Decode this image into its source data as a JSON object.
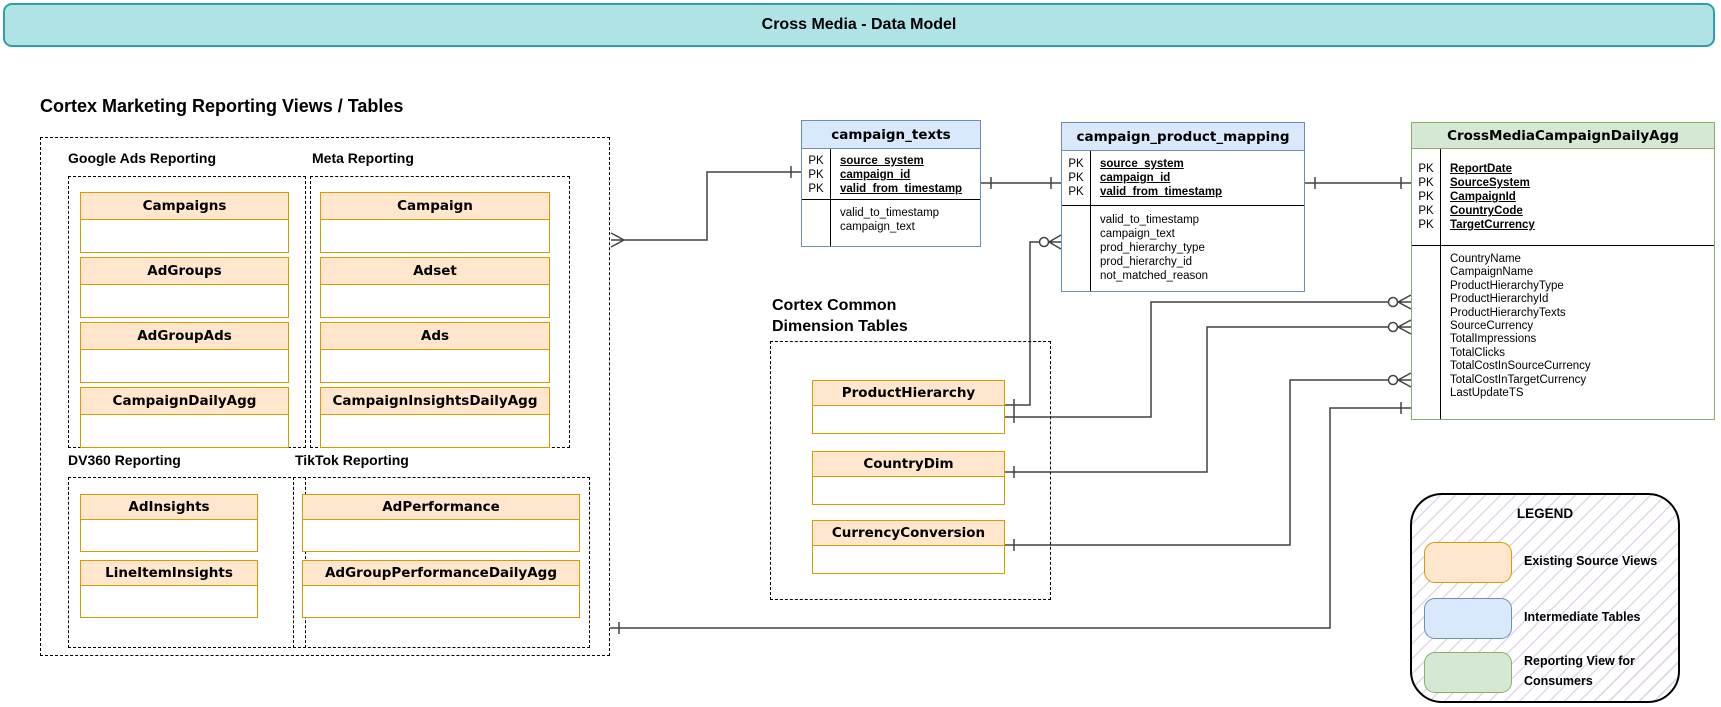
{
  "title": "Cross Media - Data Model",
  "left_section": {
    "heading": "Cortex Marketing Reporting Views / Tables",
    "groups": [
      {
        "label": "Google Ads Reporting",
        "entities": [
          "Campaigns",
          "AdGroups",
          "AdGroupAds",
          "CampaignDailyAgg"
        ]
      },
      {
        "label": "Meta Reporting",
        "entities": [
          "Campaign",
          "Adset",
          "Ads",
          "CampaignInsightsDailyAgg"
        ]
      },
      {
        "label": "DV360 Reporting",
        "entities": [
          "AdInsights",
          "LineItemInsights"
        ]
      },
      {
        "label": "TikTok Reporting",
        "entities": [
          "AdPerformance",
          "AdGroupPerformanceDailyAgg"
        ]
      }
    ]
  },
  "tables": [
    {
      "name": "campaign_texts",
      "pk_label": "PK",
      "pk_fields": [
        "source_system",
        "campaign_id",
        "valid_from_timestamp"
      ],
      "fields": [
        "valid_to_timestamp",
        "campaign_text"
      ]
    },
    {
      "name": "campaign_product_mapping",
      "pk_label": "PK",
      "pk_fields": [
        "source_system",
        "campaign_id",
        "valid_from_timestamp"
      ],
      "fields": [
        "valid_to_timestamp",
        "campaign_text",
        "prod_hierarchy_type",
        "prod_hierarchy_id",
        "not_matched_reason"
      ]
    },
    {
      "name": "CrossMediaCampaignDailyAgg",
      "pk_label": "PK",
      "pk_fields": [
        "ReportDate",
        "SourceSystem",
        "CampaignId",
        "CountryCode",
        "TargetCurrency"
      ],
      "fields": [
        "CountryName",
        "CampaignName",
        "ProductHierarchyType",
        "ProductHierarchyId",
        "ProductHierarchyTexts",
        "SourceCurrency",
        "TotalImpressions",
        "TotalClicks",
        "TotalCostInSourceCurrency",
        "TotalCostInTargetCurrency",
        "LastUpdateTS"
      ]
    }
  ],
  "dimension_section": {
    "heading_line1": "Cortex Common",
    "heading_line2": "Dimension Tables",
    "entities": [
      "ProductHierarchy",
      "CountryDim",
      "CurrencyConversion"
    ]
  },
  "legend": {
    "title": "LEGEND",
    "items": [
      {
        "label": "Existing Source Views",
        "fill": "#FFE6CC",
        "border": "#D79B00"
      },
      {
        "label": "Intermediate Tables",
        "fill": "#DAE8FC",
        "border": "#6C8EBF"
      },
      {
        "label": "Reporting View for Consumers",
        "fill": "#D5E8D4",
        "border": "#82B366"
      }
    ]
  },
  "colors": {
    "banner_fill": "#B0E3E6",
    "banner_border": "#2E9FAD",
    "source_fill": "#FFE6CC",
    "source_border": "#D79B00",
    "intermediate_fill": "#DAE8FC",
    "intermediate_border": "#6C8EBF",
    "reporting_fill": "#D5E8D4",
    "reporting_border": "#82B366",
    "connector": "#424242"
  }
}
